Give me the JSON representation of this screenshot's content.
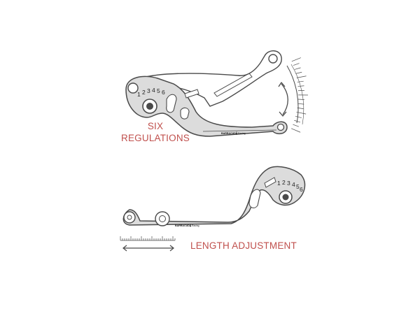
{
  "captions": {
    "six_line1": "SIX",
    "six_line2": "REGULATIONS",
    "length": "LENGTH ADJUSTMENT"
  },
  "lever_top": {
    "dial_numbers": [
      "1",
      "2",
      "3",
      "4",
      "5",
      "6"
    ],
    "brand": "BARRACUDA",
    "tag": "Racing"
  },
  "lever_bottom": {
    "dial_numbers": [
      "1",
      "2",
      "3",
      "4",
      "5",
      "6"
    ],
    "brand": "BARRACUDA",
    "tag": "Racing"
  },
  "colors": {
    "caption": "#c0504d",
    "lever_fill": "#dcdcdc",
    "outline": "#4a4a4a",
    "ghost": "#ffffff"
  }
}
